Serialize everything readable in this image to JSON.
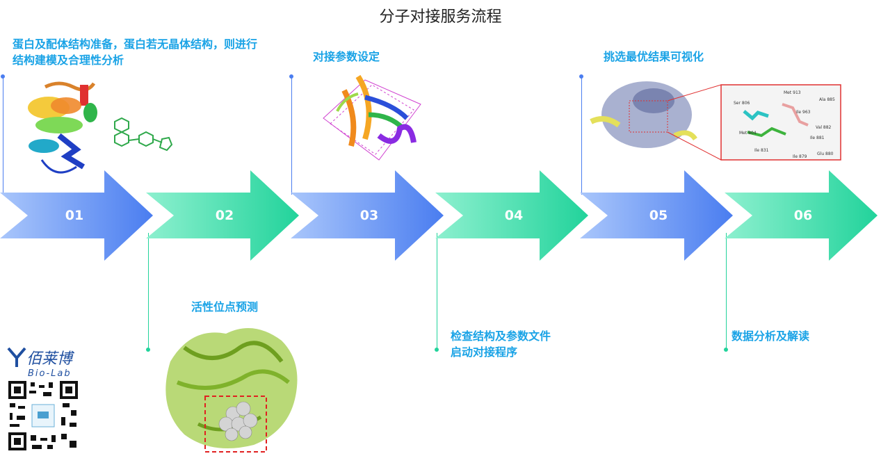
{
  "title": "分子对接服务流程",
  "steps": [
    {
      "num": "01",
      "label": "蛋白及配体结构准备，蛋白若无晶体结构，则进行结构建模及合理性分析"
    },
    {
      "num": "02",
      "label": "活性位点预测"
    },
    {
      "num": "03",
      "label": "对接参数设定"
    },
    {
      "num": "04",
      "label_lines": [
        "检查结构及参数文件",
        "启动对接程序"
      ]
    },
    {
      "num": "05",
      "label": "挑选最优结果可视化"
    },
    {
      "num": "06",
      "label": "数据分析及解读"
    }
  ],
  "logo": {
    "cn": "佰莱博",
    "en": "Bio-Lab"
  },
  "residues": [
    "Ser 806",
    "Met 913",
    "Ala 885",
    "Ile 963",
    "Met 804",
    "Val 882",
    "Ile 881",
    "Ile 831",
    "Ile 879",
    "Glu 880"
  ],
  "colors": {
    "blue": "#4a7df0",
    "green": "#22d39b",
    "label": "#1aa3e6"
  }
}
